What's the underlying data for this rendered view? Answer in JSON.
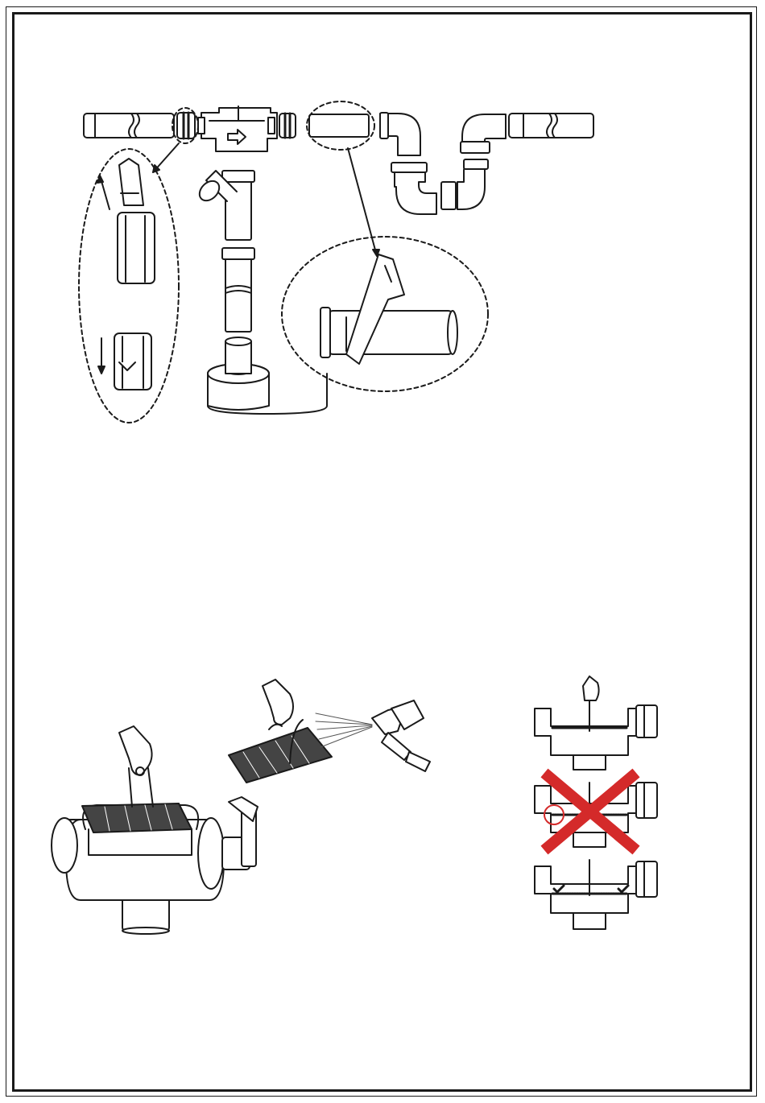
{
  "page": {
    "frame": "double-border",
    "figures": [
      {
        "name": "pipe-assembly-illustration"
      },
      {
        "name": "filter-cleaning-illustration"
      },
      {
        "name": "filter-placement-check-illustration"
      }
    ]
  },
  "colors": {
    "line": "#1a1a1a",
    "fill": "#ffffff",
    "wrong_mark": "#d42a2a",
    "mesh": "#333333"
  },
  "icons": {
    "flow_arrow": "arrow-right-icon",
    "wrong": "red-x-icon",
    "correct": "check-mark-icon"
  }
}
